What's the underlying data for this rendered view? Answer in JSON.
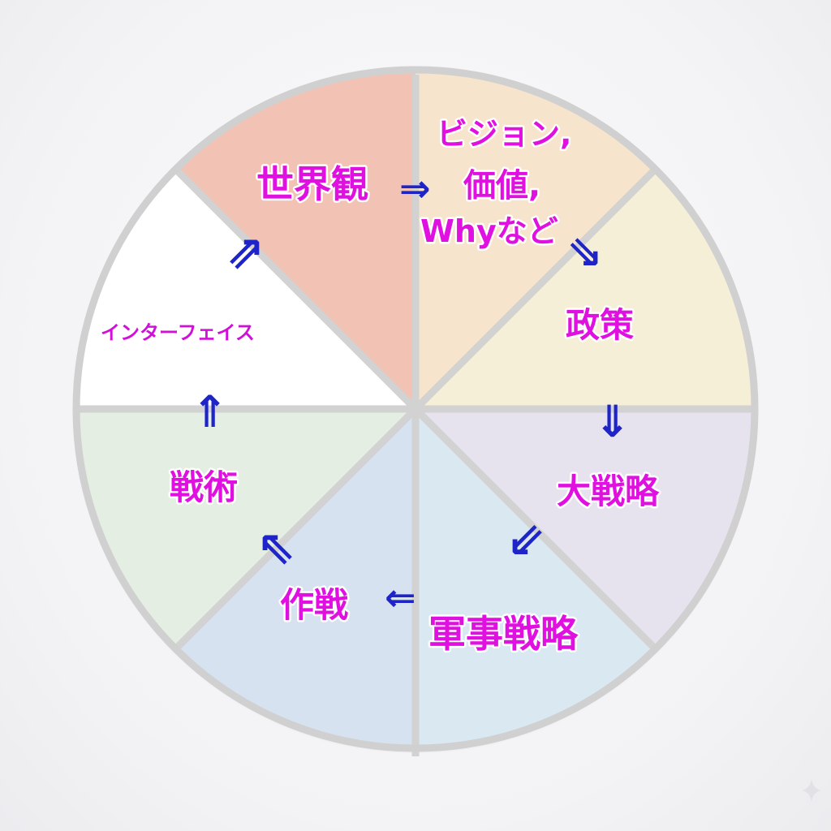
{
  "diagram": {
    "segments": [
      {
        "id": "worldview",
        "fill": "#f2c3b4"
      },
      {
        "id": "vision",
        "fill": "#f6e4cc"
      },
      {
        "id": "policy",
        "fill": "#f6efd8"
      },
      {
        "id": "grand-strategy",
        "fill": "#e6e3ee"
      },
      {
        "id": "military-strategy",
        "fill": "#d9e8f1"
      },
      {
        "id": "operation",
        "fill": "#d6e2ef"
      },
      {
        "id": "tactics",
        "fill": "#e4eee2"
      },
      {
        "id": "interface",
        "fill": "#ffffff"
      }
    ],
    "labels": {
      "worldview": "世界観",
      "vision_line1": "ビジョン,",
      "vision_line2": "価値,",
      "vision_line3": "Whyなど",
      "policy": "政策",
      "grand_strategy": "大戦略",
      "military_strategy": "軍事戦略",
      "operation": "作戦",
      "tactics": "戦術",
      "interface": "インターフェイス"
    },
    "arrows": {
      "right": "⇒",
      "down_right": "⇘",
      "down": "⇓",
      "down_left": "⇙",
      "left": "⇐",
      "up_left": "⇖",
      "up": "⇑",
      "up_right": "⇗"
    },
    "colors": {
      "label": "#e010e0",
      "arrow": "#1f24c8",
      "divider": "#d2d2d2",
      "rim": "#d0d0d0"
    },
    "icons": {
      "corner": "sparkle-icon"
    }
  }
}
